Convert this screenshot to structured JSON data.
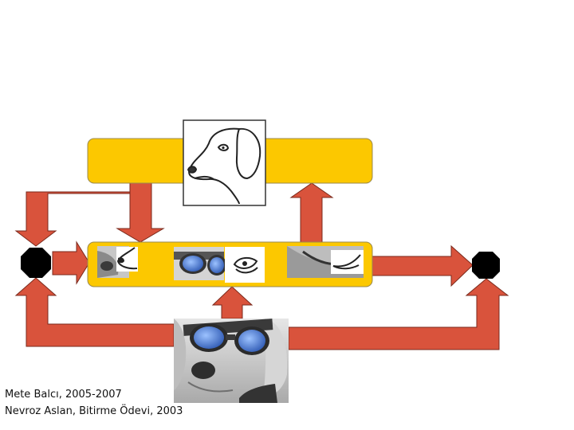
{
  "diagram": {
    "colors": {
      "arrow_fill": "#d9533c",
      "arrow_stroke": "#7a2a1c",
      "box_fill": "#fcc800",
      "box_stroke": "#9a8a50",
      "node_fill": "#000000",
      "dog_fur": "#cfcfcf",
      "goggle_lens": "#4a7fd8",
      "sketch_stroke": "#222222"
    },
    "images": {
      "top_sketch": "dog-head-line-sketch",
      "main_photo": "dog-wearing-goggles-photo",
      "patch_nose": "nose-photo-patch",
      "patch_goggles": "goggles-photo-patch",
      "patch_eye_sketch": "eye-sketch-patch",
      "patch_mouth": "mouth-photo-patch",
      "patch_mouth_sketch": "mouth-sketch-patch"
    }
  },
  "credits": {
    "line1": "Mete Balcı, 2005-2007",
    "line2": "Nevroz Aslan, Bitirme Ödevi, 2003"
  }
}
